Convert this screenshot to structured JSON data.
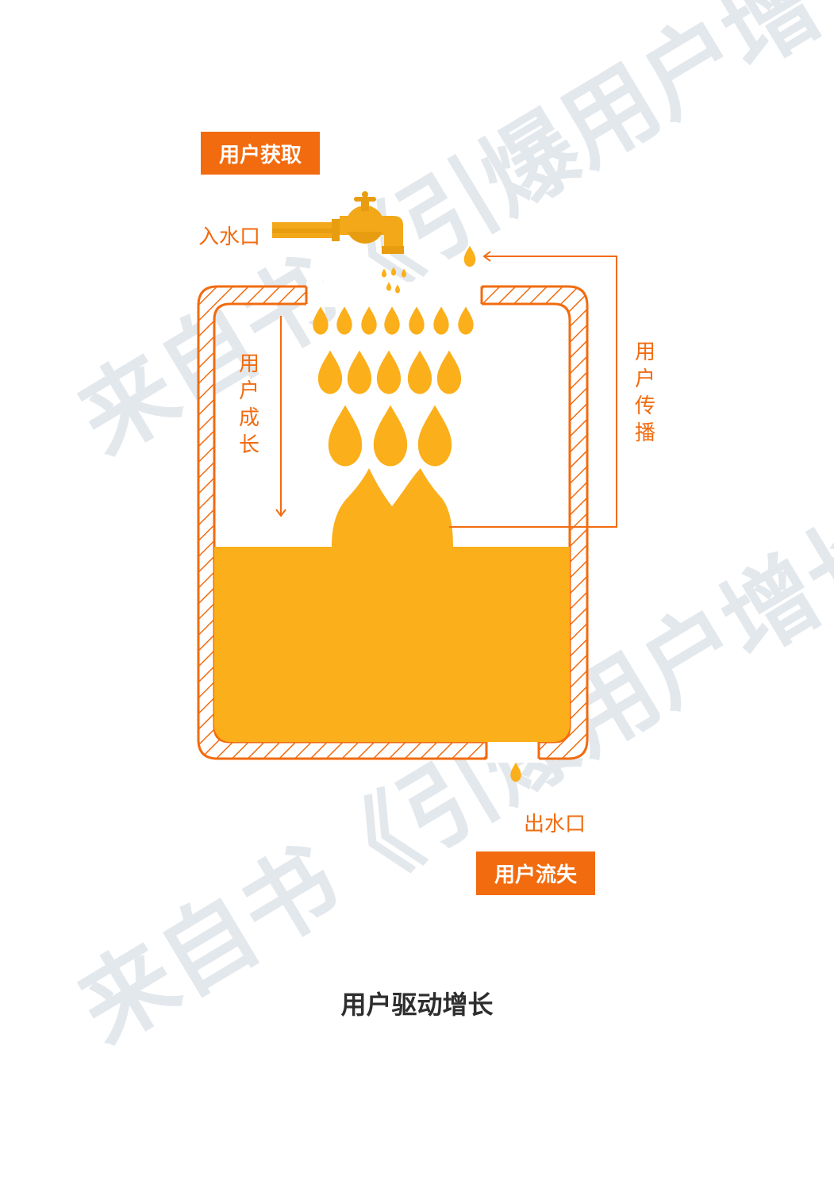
{
  "colors": {
    "accent": "#f26b0f",
    "water": "#fbaf1a",
    "faucet": "#e89d10",
    "watermark": "#dfe4ea",
    "caption": "#2e2e2e"
  },
  "labels": {
    "acquisition": "用户获取",
    "inlet": "入水口",
    "growth": "用户成长",
    "spread": "用户传播",
    "outlet": "出水口",
    "churn": "用户流失"
  },
  "caption": "用户驱动增长",
  "watermarks": [
    "来自书《引爆用户增长》",
    "来自书《引爆用户增长》"
  ],
  "icons": {
    "faucet": "faucet-icon",
    "drop": "water-drop-icon"
  }
}
